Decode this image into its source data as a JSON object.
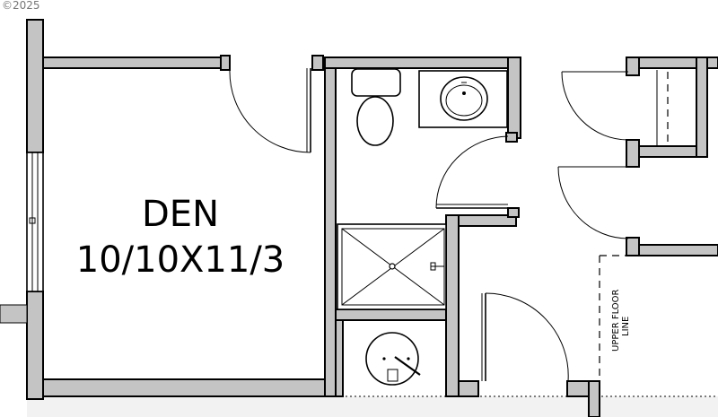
{
  "copyright": "©2025",
  "room": {
    "name": "DEN",
    "dimensions": "10/10X11/3"
  },
  "annotation": {
    "line1": "UPPER FLOOR",
    "line2": "LINE"
  }
}
